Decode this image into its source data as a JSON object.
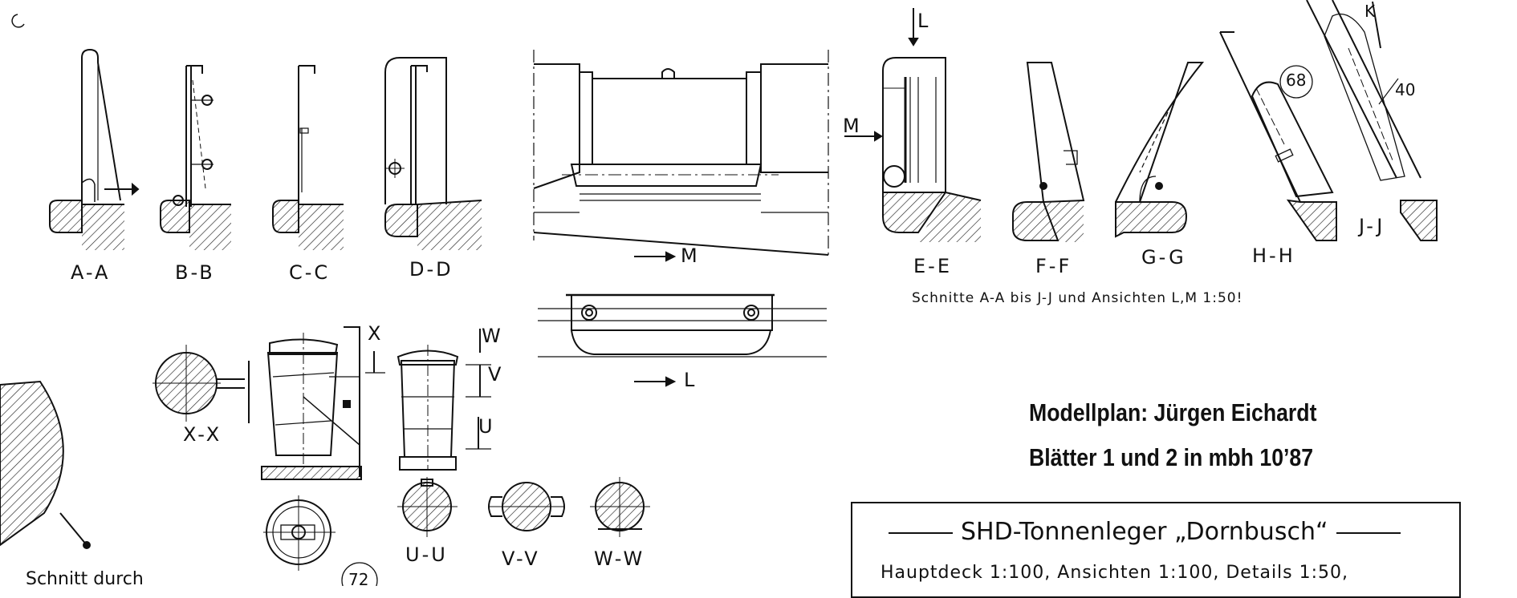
{
  "section_labels": {
    "aa": "A-A",
    "bb": "B-B",
    "cc": "C-C",
    "dd": "D-D",
    "ee": "E-E",
    "ff": "F-F",
    "gg": "G-G",
    "hh": "H-H",
    "jj": "J-J",
    "xx": "X-X",
    "uu": "U-U",
    "vv": "V-V",
    "ww": "W-W"
  },
  "view_markers": {
    "m_arrow": "M",
    "l_arrow": "L",
    "m_side": "M",
    "l_top": "L",
    "x": "X",
    "w": "W",
    "v": "V",
    "u": "U",
    "k": "K"
  },
  "callouts": {
    "c68": "68",
    "c40": "40",
    "c72": "72"
  },
  "scale_note": "Schnitte A-A bis J-J und Ansichten L,M 1:50!",
  "partial_text": "Schnitt durch",
  "credits": {
    "line1": "Modellplan: Jürgen Eichardt",
    "line2": "Blätter 1 und 2 in mbh 10’87"
  },
  "title_block": {
    "title": "SHD-Tonnenleger „Dornbusch“",
    "subtitle": "Hauptdeck 1:100,  Ansichten 1:100,  Details 1:50,"
  }
}
